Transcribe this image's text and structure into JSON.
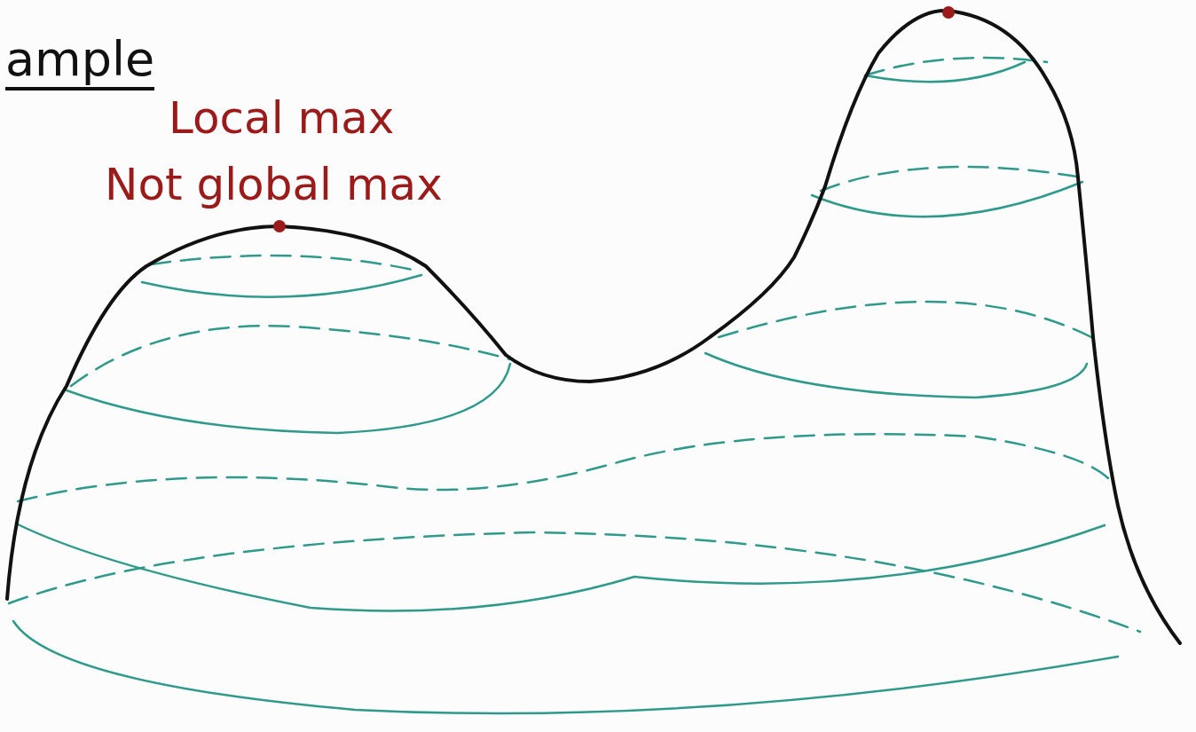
{
  "diagram": {
    "title": "ample",
    "labels": [
      "Local max",
      "Not global max"
    ]
  }
}
